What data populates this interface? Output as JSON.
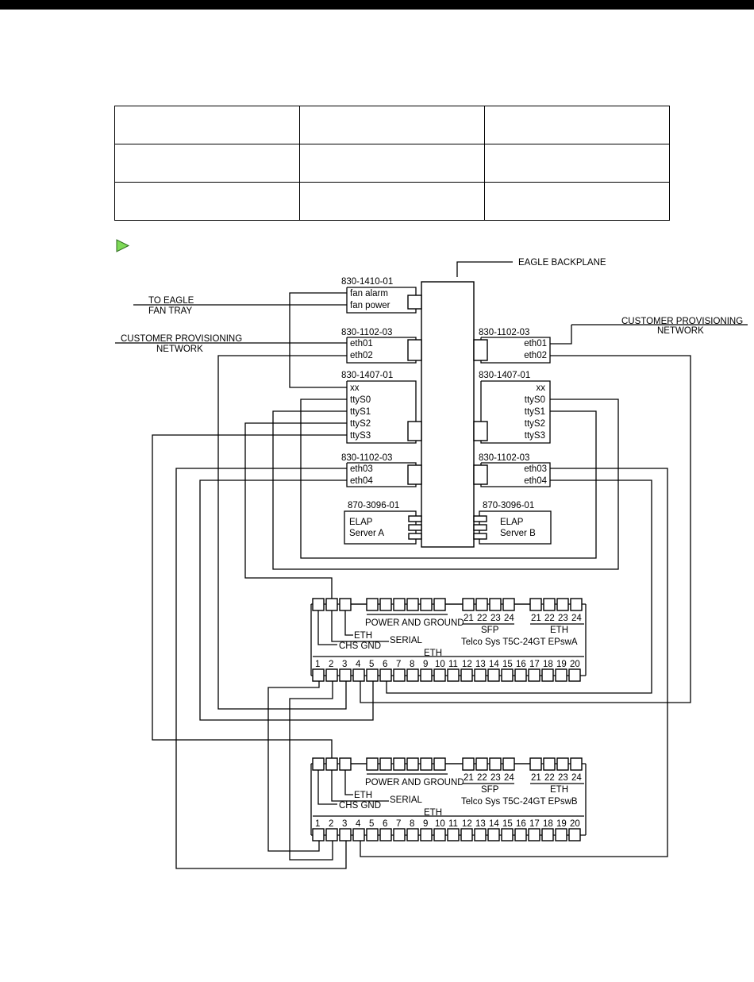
{
  "colors": {
    "header": "#000000",
    "note_icon": "#7ed957",
    "line": "#000000"
  },
  "table": {
    "rows": 3,
    "cols": 3,
    "cells": [
      [
        "",
        "",
        ""
      ],
      [
        "",
        "",
        ""
      ],
      [
        "",
        "",
        ""
      ]
    ]
  },
  "note_icon": "green-triangle-icon",
  "labels": {
    "backplane": "EAGLE BACKPLANE",
    "fan_tray_1": "TO EAGLE",
    "fan_tray_2": "FAN TRAY",
    "cpn_left_1": "CUSTOMER PROVISIONING",
    "cpn_left_2": "NETWORK",
    "cpn_right_1": "CUSTOMER PROVISIONING",
    "cpn_right_2": "NETWORK"
  },
  "left_cards": [
    {
      "part": "830-1410-01",
      "ports": [
        "fan alarm",
        "fan power"
      ]
    },
    {
      "part": "830-1102-03",
      "ports": [
        "eth01",
        "eth02"
      ]
    },
    {
      "part": "830-1407-01",
      "ports": [
        "xx",
        "ttyS0",
        "ttyS1",
        "ttyS2",
        "ttyS3"
      ]
    },
    {
      "part": "830-1102-03",
      "ports": [
        "eth03",
        "eth04"
      ]
    },
    {
      "part": "870-3096-01",
      "ports": [
        "ELAP",
        "Server A"
      ]
    }
  ],
  "right_cards": [
    {
      "part": "830-1102-03",
      "ports": [
        "eth01",
        "eth02"
      ]
    },
    {
      "part": "830-1407-01",
      "ports": [
        "xx",
        "ttyS0",
        "ttyS1",
        "ttyS2",
        "ttyS3"
      ]
    },
    {
      "part": "830-1102-03",
      "ports": [
        "eth03",
        "eth04"
      ]
    },
    {
      "part": "870-3096-01",
      "ports": [
        "ELAP",
        "Server B"
      ]
    }
  ],
  "switches": [
    {
      "power_label": "POWER AND GROUND",
      "sfp_ports": [
        "21",
        "22",
        "23",
        "24"
      ],
      "sfp_label": "SFP",
      "eth_top_ports": [
        "21",
        "22",
        "23",
        "24"
      ],
      "eth_top_label": "ETH",
      "eth_small": "ETH",
      "chs_gnd": "CHS GND",
      "serial": "SERIAL",
      "name": "Telco Sys T5C-24GT EPswA",
      "eth_bottom_label": "ETH",
      "bottom_ports": [
        "1",
        "2",
        "3",
        "4",
        "5",
        "6",
        "7",
        "8",
        "9",
        "10",
        "11",
        "12",
        "13",
        "14",
        "15",
        "16",
        "17",
        "18",
        "19",
        "20"
      ]
    },
    {
      "power_label": "POWER AND GROUND",
      "sfp_ports": [
        "21",
        "22",
        "23",
        "24"
      ],
      "sfp_label": "SFP",
      "eth_top_ports": [
        "21",
        "22",
        "23",
        "24"
      ],
      "eth_top_label": "ETH",
      "eth_small": "ETH",
      "chs_gnd": "CHS GND",
      "serial": "SERIAL",
      "name": "Telco Sys T5C-24GT EPswB",
      "eth_bottom_label": "ETH",
      "bottom_ports": [
        "1",
        "2",
        "3",
        "4",
        "5",
        "6",
        "7",
        "8",
        "9",
        "10",
        "11",
        "12",
        "13",
        "14",
        "15",
        "16",
        "17",
        "18",
        "19",
        "20"
      ]
    }
  ]
}
